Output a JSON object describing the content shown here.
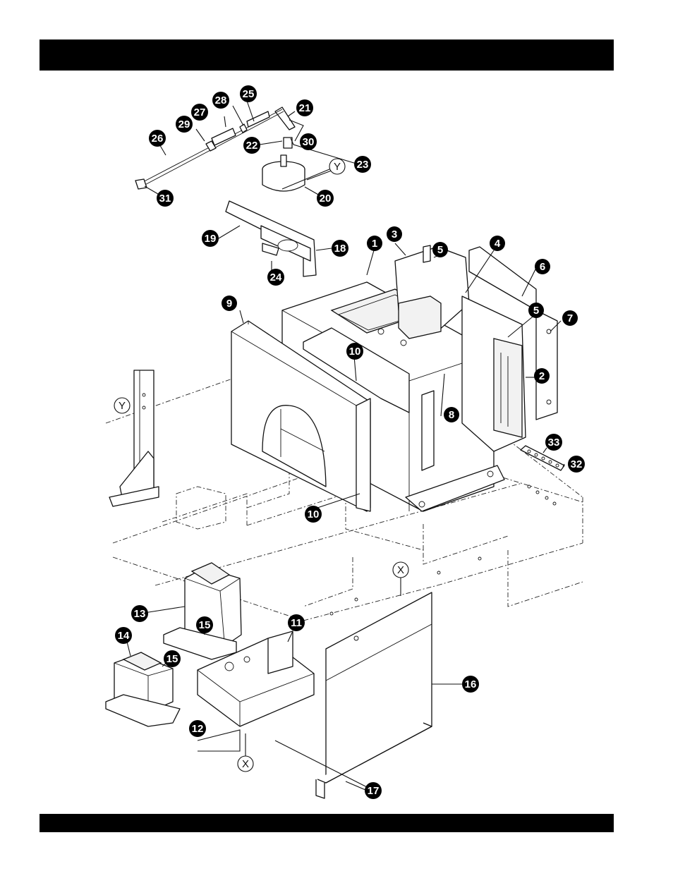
{
  "callouts": [
    {
      "id": "c1",
      "label": "1",
      "style": "outline-bold"
    },
    {
      "id": "c2",
      "label": "2",
      "style": "outline-bold"
    },
    {
      "id": "c3",
      "label": "3",
      "style": "outline-bold"
    },
    {
      "id": "c4",
      "label": "4",
      "style": "outline-bold"
    },
    {
      "id": "c5a",
      "label": "5",
      "style": "outline-bold"
    },
    {
      "id": "c5b",
      "label": "5",
      "style": "outline-bold"
    },
    {
      "id": "c6",
      "label": "6",
      "style": "outline-bold"
    },
    {
      "id": "c7",
      "label": "7",
      "style": "outline-bold"
    },
    {
      "id": "c8",
      "label": "8",
      "style": "outline-bold"
    },
    {
      "id": "c9",
      "label": "9",
      "style": "outline-bold"
    },
    {
      "id": "c10a",
      "label": "10",
      "style": "outline-bold"
    },
    {
      "id": "c10b",
      "label": "10",
      "style": "outline-bold"
    },
    {
      "id": "c11",
      "label": "11",
      "style": "outline-bold"
    },
    {
      "id": "c12",
      "label": "12",
      "style": "outline-bold"
    },
    {
      "id": "c13",
      "label": "13",
      "style": "outline-bold"
    },
    {
      "id": "c14",
      "label": "14",
      "style": "outline-bold"
    },
    {
      "id": "c15a",
      "label": "15",
      "style": "outline-bold"
    },
    {
      "id": "c15b",
      "label": "15",
      "style": "outline-bold"
    },
    {
      "id": "c16",
      "label": "16",
      "style": "outline-bold"
    },
    {
      "id": "c17",
      "label": "17",
      "style": "outline-bold"
    },
    {
      "id": "c18",
      "label": "18",
      "style": "outline-bold"
    },
    {
      "id": "c19",
      "label": "19",
      "style": "outline-bold"
    },
    {
      "id": "c20",
      "label": "20",
      "style": "outline-bold"
    },
    {
      "id": "c21",
      "label": "21",
      "style": "outline-bold"
    },
    {
      "id": "c22",
      "label": "22",
      "style": "outline-bold"
    },
    {
      "id": "c23",
      "label": "23",
      "style": "outline-bold"
    },
    {
      "id": "c24",
      "label": "24",
      "style": "outline-bold"
    },
    {
      "id": "c25",
      "label": "25",
      "style": "outline-bold"
    },
    {
      "id": "c26",
      "label": "26",
      "style": "outline-bold"
    },
    {
      "id": "c27",
      "label": "27",
      "style": "outline-bold"
    },
    {
      "id": "c28",
      "label": "28",
      "style": "outline-bold"
    },
    {
      "id": "c29",
      "label": "29",
      "style": "outline-bold"
    },
    {
      "id": "c30",
      "label": "30",
      "style": "outline-bold"
    },
    {
      "id": "c31",
      "label": "31",
      "style": "outline-bold"
    },
    {
      "id": "c32",
      "label": "32",
      "style": "outline-bold"
    },
    {
      "id": "c33",
      "label": "33",
      "style": "outline-bold"
    }
  ],
  "reference_markers": [
    {
      "id": "y1",
      "label": "Y"
    },
    {
      "id": "y2",
      "label": "Y"
    },
    {
      "id": "x1",
      "label": "X"
    },
    {
      "id": "x2",
      "label": "X"
    }
  ],
  "colors": {
    "bars": "#000000",
    "ink": "#111111",
    "paper": "#ffffff"
  }
}
